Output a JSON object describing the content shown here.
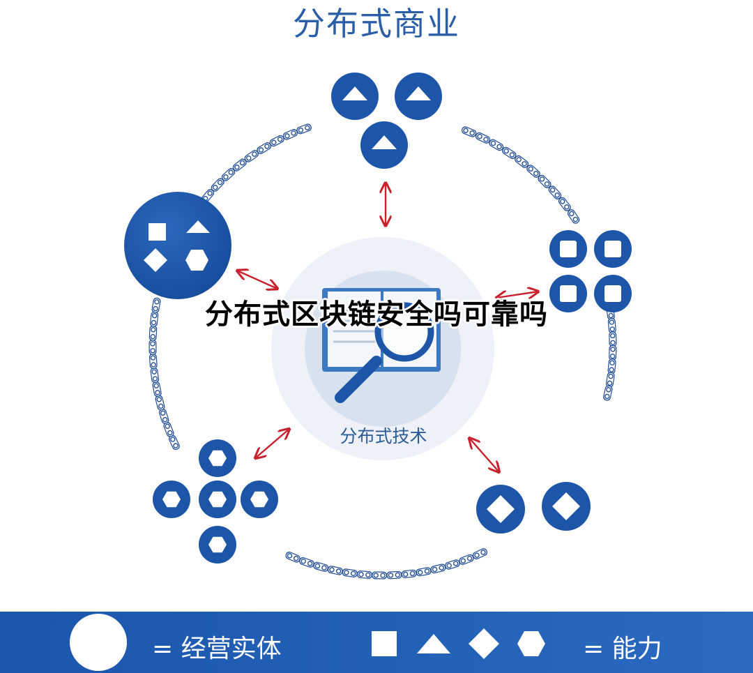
{
  "title": "分布式商业",
  "center_label": "分布式技术",
  "watermark": "分布式区块链安全吗可靠吗",
  "legend": {
    "entity_label": "= 经营实体",
    "capability_label": "= 能力"
  },
  "colors": {
    "primary_blue": "#1d56a8",
    "arrow_red": "#c8202c",
    "chain_blue": "#244f97",
    "legend_bg": "#1f5cb2"
  },
  "nodes": [
    {
      "name": "triangle-cluster",
      "shape": "triangle"
    },
    {
      "name": "square-cluster",
      "shape": "square"
    },
    {
      "name": "diamond-cluster",
      "shape": "diamond"
    },
    {
      "name": "hexagon-cluster",
      "shape": "hexagon"
    },
    {
      "name": "mixed-shape-entity",
      "shape": "mixed"
    }
  ]
}
